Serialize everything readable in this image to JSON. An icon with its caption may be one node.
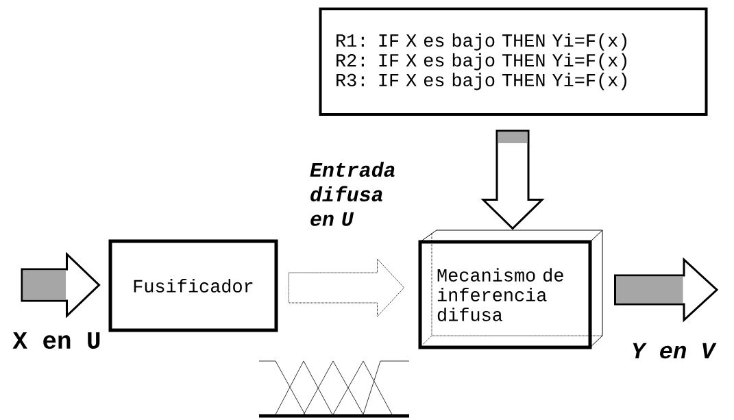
{
  "diagram": {
    "nodes": [
      {
        "text": [
          "R1: IF X es bajo THEN Yi=F(x)",
          "R2: IF X es bajo THEN Yi=F(x)",
          "R3: IF X es bajo THEN Yi=F(x)"
        ]
      },
      {
        "text": [
          "Fusificador"
        ]
      },
      {
        "text": [
          "Mecanismo de inferencia difusa"
        ]
      }
    ],
    "edges": [
      {
        "from": null,
        "to": 1,
        "arrow": "to",
        "label": "X en U"
      },
      {
        "from": 1,
        "to": 2,
        "arrow": "to",
        "style": "dashed",
        "label": "Entrada difusa en U"
      },
      {
        "from": 0,
        "to": 2,
        "arrow": "to"
      },
      {
        "from": 2,
        "to": null,
        "arrow": "to",
        "label": "Y en V"
      }
    ]
  }
}
